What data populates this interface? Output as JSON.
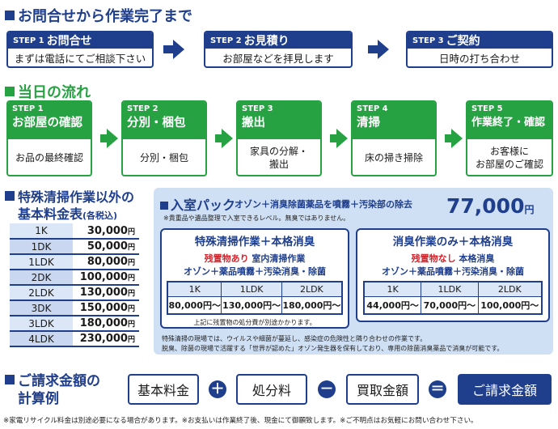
{
  "section1": {
    "title": "お問合せから作業完了まで",
    "steps": [
      {
        "label": "STEP 1",
        "title": "お問合せ",
        "body": "まずは電話にてご相談下さい"
      },
      {
        "label": "STEP 2",
        "title": "お見積り",
        "body": "お部屋などを拝見します"
      },
      {
        "label": "STEP 3",
        "title": "ご契約",
        "body": "日時の打ち合わせ"
      }
    ]
  },
  "section2": {
    "title": "当日の流れ",
    "steps": [
      {
        "label": "STEP 1",
        "title": "お部屋の確認",
        "body": "お品の最終確認"
      },
      {
        "label": "STEP 2",
        "title": "分別・梱包",
        "body": "分別・梱包"
      },
      {
        "label": "STEP 3",
        "title": "搬出",
        "body": "家具の分解・\n搬出"
      },
      {
        "label": "STEP 4",
        "title": "清掃",
        "body": "床の掃き掃除"
      },
      {
        "label": "STEP 5",
        "title": "作業終了・確認",
        "body": "お客様に\nお部屋のご確認"
      }
    ]
  },
  "pricing": {
    "title_line1": "特殊清掃作業以外の",
    "title_line2": "基本料金表",
    "tax_note": "(各税込)",
    "rows": [
      {
        "room": "1K",
        "price": "30,000",
        "unit": "円"
      },
      {
        "room": "1DK",
        "price": "50,000",
        "unit": "円"
      },
      {
        "room": "1LDK",
        "price": "80,000",
        "unit": "円"
      },
      {
        "room": "2DK",
        "price": "100,000",
        "unit": "円"
      },
      {
        "room": "2LDK",
        "price": "130,000",
        "unit": "円"
      },
      {
        "room": "3DK",
        "price": "150,000",
        "unit": "円"
      },
      {
        "room": "3LDK",
        "price": "180,000",
        "unit": "円"
      },
      {
        "room": "4LDK",
        "price": "230,000",
        "unit": "円"
      }
    ]
  },
  "pack": {
    "title": "入室パック",
    "desc": "オゾン＋消臭除菌薬品を噴霧＋汚染部の除去",
    "price": "77,000",
    "unit": "円",
    "note": "※貴重品や遺品整理で入室できるレベル。無臭ではありません。",
    "left": {
      "title": "特殊清掃作業＋本格消臭",
      "line1_red": "残置物あり",
      "line1_rest": "室内清掃作業",
      "line2": "オゾン＋薬品噴霧＋汚染消臭・除菌",
      "cols": [
        "1K",
        "1LDK",
        "2LDK"
      ],
      "vals": [
        "80,000円～",
        "130,000円～",
        "180,000円～"
      ],
      "footnote": "上記に残置物の処分費が別途かかります。"
    },
    "right": {
      "title": "消臭作業のみ＋本格消臭",
      "line1_red": "残置物なし",
      "line1_rest": "本格消臭",
      "line2": "オゾン＋薬品噴霧＋汚染消臭・除菌",
      "cols": [
        "1K",
        "1LDK",
        "2LDK"
      ],
      "vals": [
        "44,000円～",
        "70,000円～",
        "100,000円～"
      ]
    },
    "footer1": "特殊清掃の現場では、ウイルスや細菌が蔓延し、感染症の危険性と隣り合わせの作業です。",
    "footer2": "脱臭、除菌の現場で活躍する「世界が認めた」オゾン発生器を保有しており、専用の除菌消臭薬品で消臭が可能です。"
  },
  "calc": {
    "title_line1": "ご請求金額の",
    "title_line2": "計算例",
    "items": [
      "基本料金",
      "処分料",
      "買取金額",
      "ご請求金額"
    ],
    "ops": [
      "＋",
      "－",
      "＝"
    ]
  },
  "bottom_note": "※家電リサイクル料金は別途必要になる場合があります。※お支払いは作業終了後、現金にて御願致します。※ご不明点はお気軽にお問い合わせ下さい。"
}
